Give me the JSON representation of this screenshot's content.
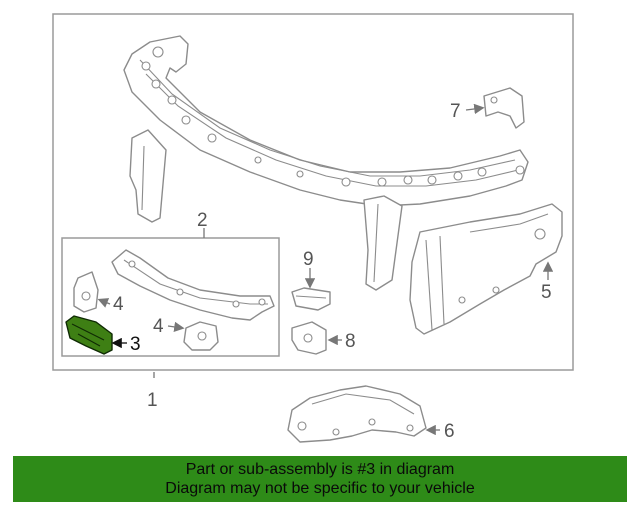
{
  "callouts": {
    "c1": "1",
    "c2": "2",
    "c3": "3",
    "c4a": "4",
    "c4b": "4",
    "c5": "5",
    "c6": "6",
    "c7": "7",
    "c8": "8",
    "c9": "9"
  },
  "highlighted_part": "3",
  "colors": {
    "highlight": "#3e7f14",
    "banner": "#2e8b18",
    "line": "#8c8c8c"
  },
  "banner": {
    "line1": "Part or sub-assembly is #3 in diagram",
    "line2": "Diagram may not be specific to your vehicle"
  }
}
